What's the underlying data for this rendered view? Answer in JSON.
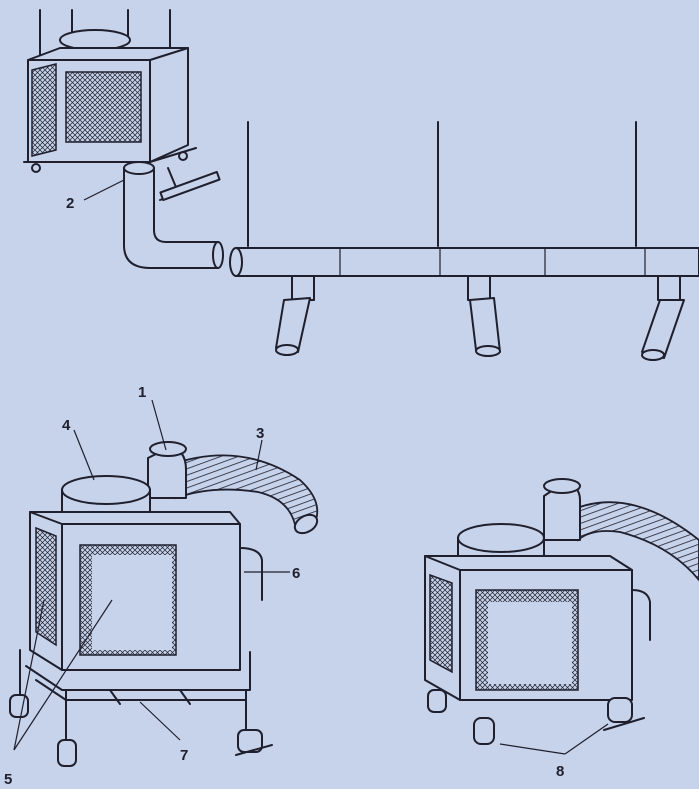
{
  "callouts": [
    {
      "id": "1",
      "label": "1"
    },
    {
      "id": "2",
      "label": "2"
    },
    {
      "id": "3",
      "label": "3"
    },
    {
      "id": "4",
      "label": "4"
    },
    {
      "id": "5",
      "label": "5"
    },
    {
      "id": "6",
      "label": "6"
    },
    {
      "id": "7",
      "label": "7"
    },
    {
      "id": "8",
      "label": "8"
    }
  ],
  "colors": {
    "background": "#c6d3ea",
    "ink": "#1f1f2e"
  }
}
